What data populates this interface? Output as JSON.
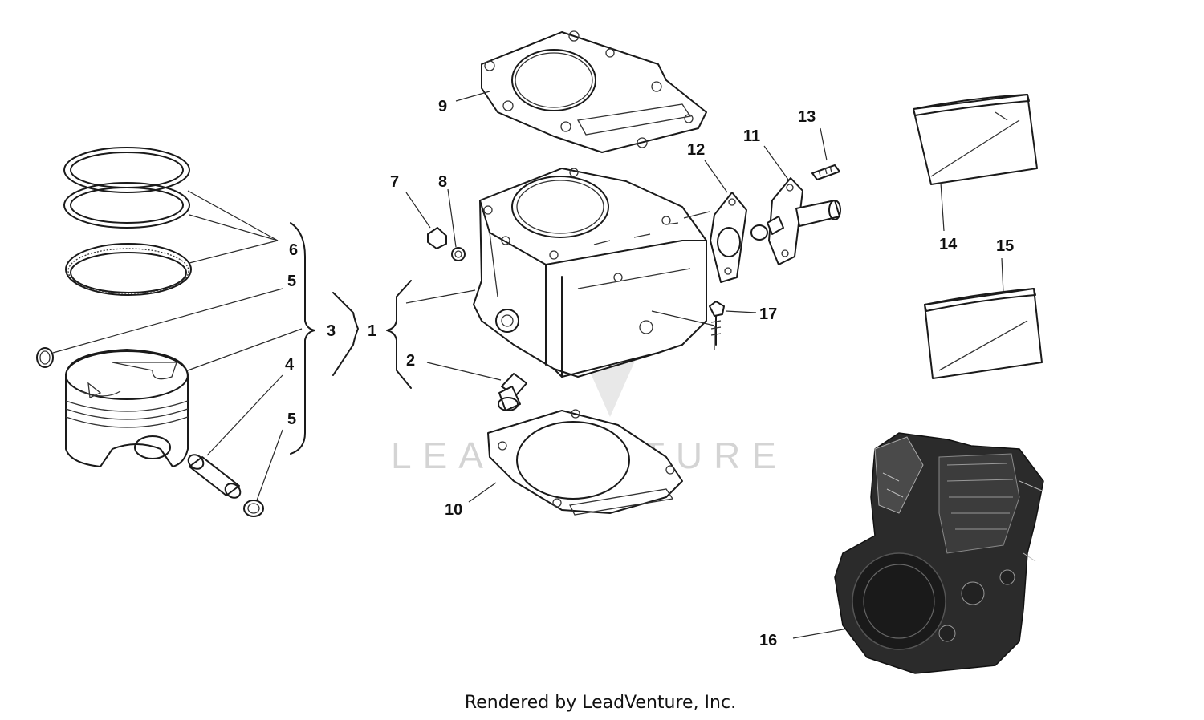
{
  "watermark": "LEADVENTURE",
  "footer": "Rendered by LeadVenture, Inc.",
  "callouts": [
    {
      "id": "c1",
      "label": "1"
    },
    {
      "id": "c2",
      "label": "2"
    },
    {
      "id": "c3",
      "label": "3"
    },
    {
      "id": "c4",
      "label": "4"
    },
    {
      "id": "c5a",
      "label": "5"
    },
    {
      "id": "c5b",
      "label": "5"
    },
    {
      "id": "c6",
      "label": "6"
    },
    {
      "id": "c7",
      "label": "7"
    },
    {
      "id": "c8",
      "label": "8"
    },
    {
      "id": "c9",
      "label": "9"
    },
    {
      "id": "c10",
      "label": "10"
    },
    {
      "id": "c11",
      "label": "11"
    },
    {
      "id": "c12",
      "label": "12"
    },
    {
      "id": "c13",
      "label": "13"
    },
    {
      "id": "c14",
      "label": "14"
    },
    {
      "id": "c15",
      "label": "15"
    },
    {
      "id": "c16",
      "label": "16"
    },
    {
      "id": "c17",
      "label": "17"
    }
  ]
}
